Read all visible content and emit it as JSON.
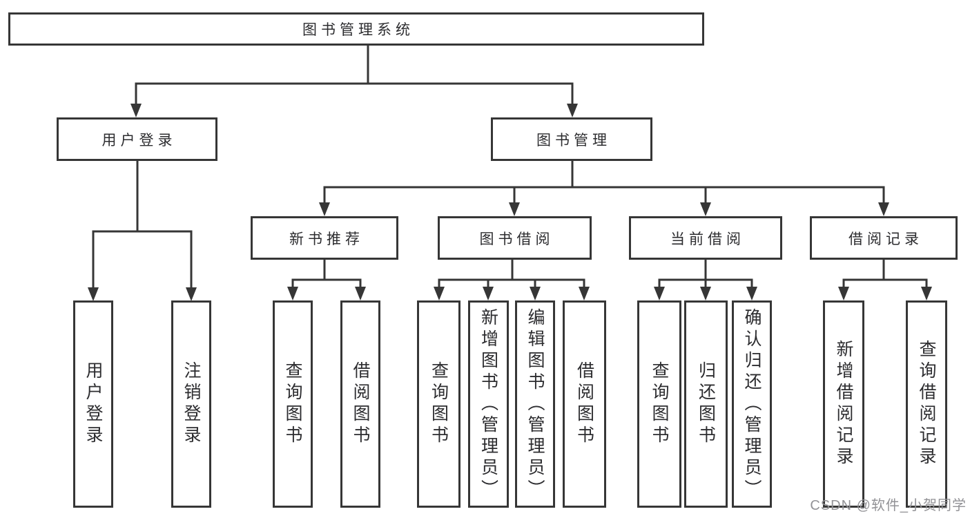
{
  "diagram": {
    "title_node": "图书管理系统",
    "level2": {
      "user_login": "用户登录",
      "book_management": "图书管理"
    },
    "level3": {
      "new_book_recommend": "新书推荐",
      "book_borrowing": "图书借阅",
      "current_borrowing": "当前借阅",
      "borrowing_records": "借阅记录"
    },
    "leaves": {
      "user_login_login": "用户登录",
      "user_login_logout": "注销登录",
      "recommend_query_books": "查询图书",
      "recommend_borrow_books": "借阅图书",
      "borrowing_query_books": "查询图书",
      "borrowing_add_books": "新增图书（管理员）",
      "borrowing_edit_books": "编辑图书（管理员）",
      "borrowing_borrow_books": "借阅图书",
      "current_query_books": "查询图书",
      "current_return_books": "归还图书",
      "current_confirm_return": "确认归还（管理员）",
      "records_add_record": "新增借阅记录",
      "records_query_record": "查询借阅记录"
    }
  },
  "watermark": {
    "text": "CSDN @软件_小贺同学"
  },
  "colors": {
    "line": "#363636",
    "text": "#2c2c2f",
    "background": "#ffffff",
    "watermark": "#929296"
  }
}
